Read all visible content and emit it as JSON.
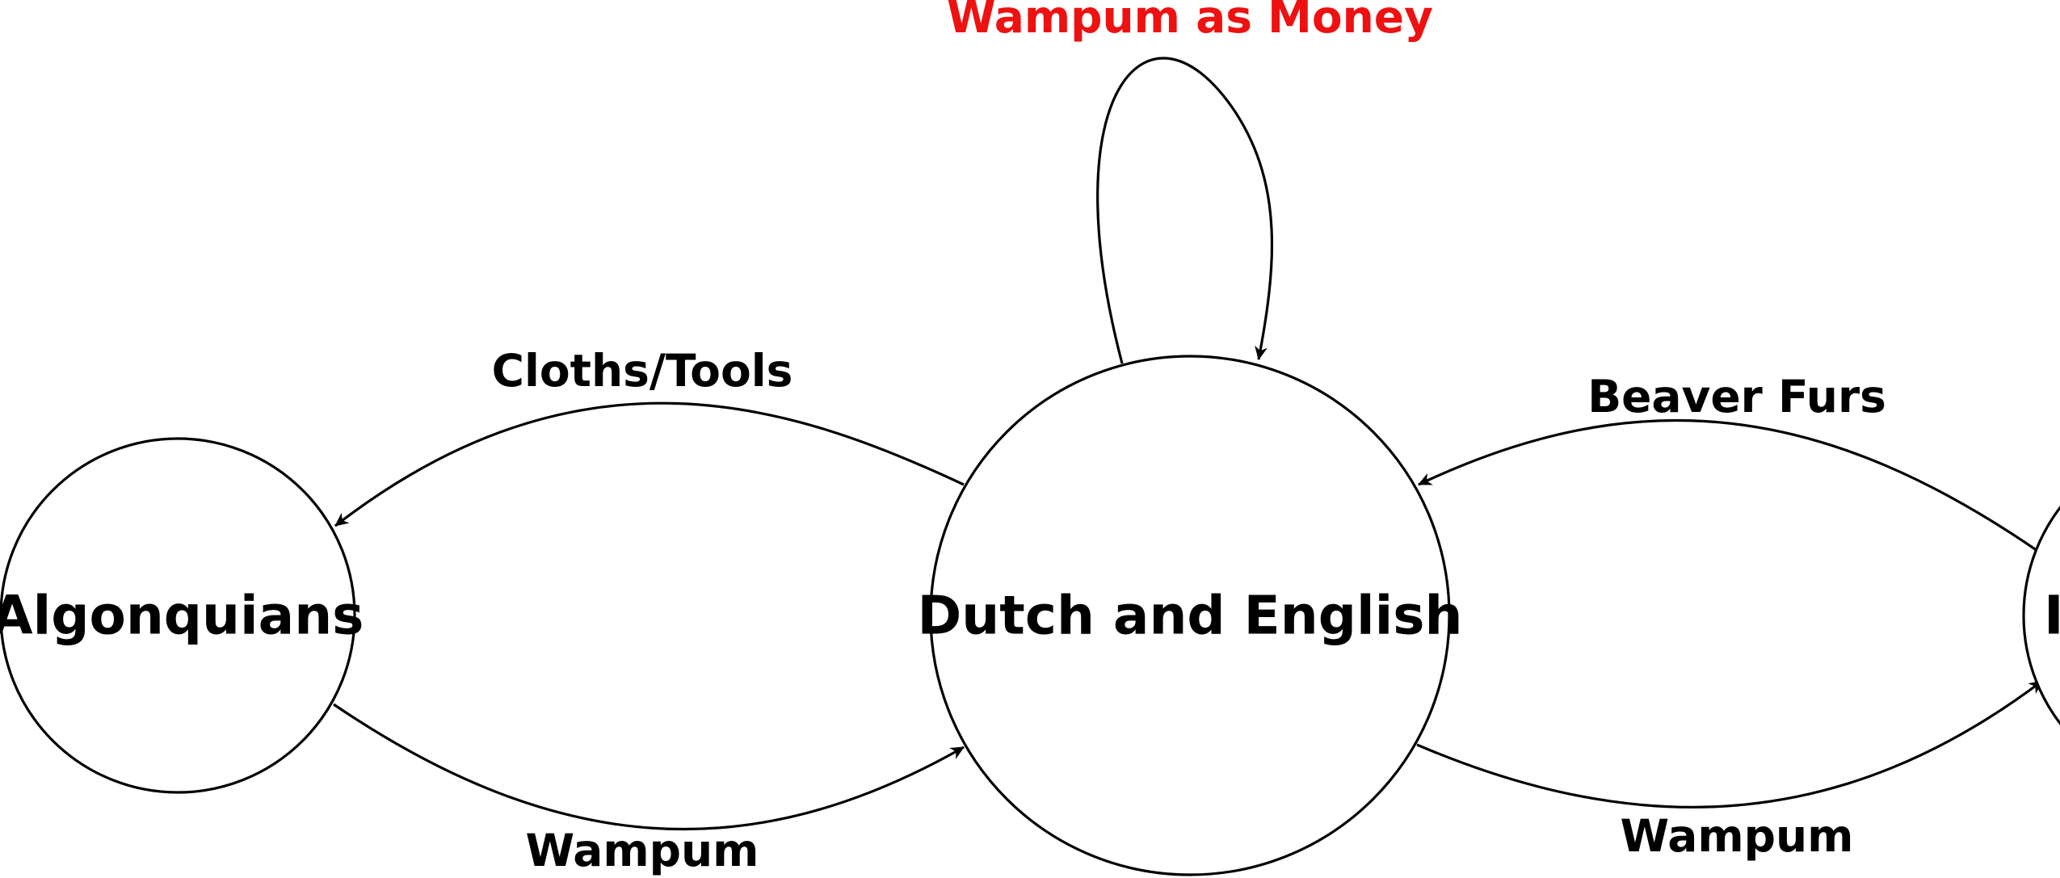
{
  "nodes": {
    "algonquians": {
      "label": "Algonquians"
    },
    "dutch_english": {
      "label": "Dutch and English"
    },
    "right_node": {
      "label": "I"
    }
  },
  "edges": {
    "cloths_tools": {
      "label": "Cloths/Tools"
    },
    "wampum_to_dutch": {
      "label": "Wampum"
    },
    "beaver_furs": {
      "label": "Beaver Furs"
    },
    "wampum_to_right": {
      "label": "Wampum"
    },
    "wampum_as_money": {
      "label": "Wampum as Money",
      "color": "#ee1111"
    }
  }
}
